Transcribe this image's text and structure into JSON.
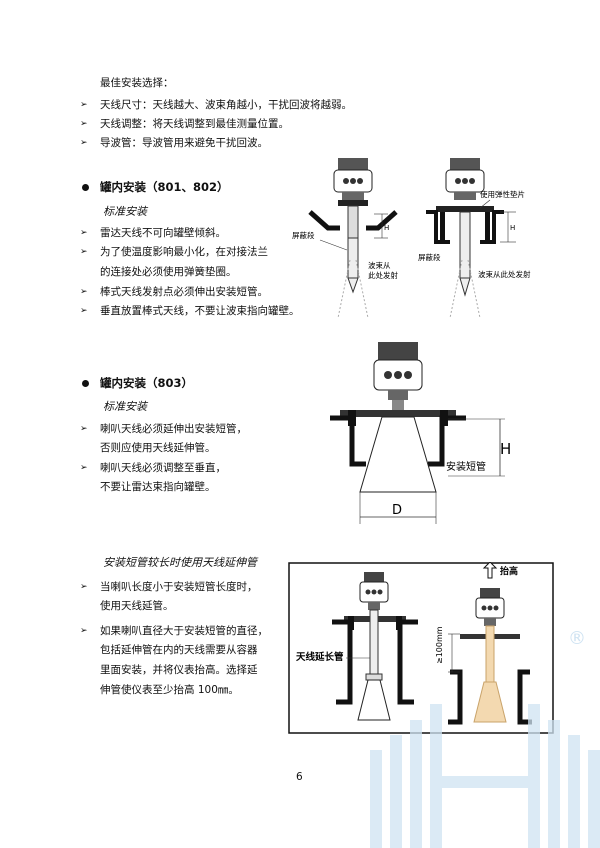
{
  "intro": {
    "heading": "最佳安装选择：",
    "items": [
      "天线尺寸：天线越大、波束角越小，干扰回波将越弱。",
      "天线调整：将天线调整到最佳测量位置。",
      "导波管：导波管用来避免干扰回波。"
    ]
  },
  "section1": {
    "title": "罐内安装（801、802）",
    "subtitle": "标准安装",
    "items": [
      "雷达天线不可向罐壁倾斜。",
      "为了使温度影响最小化，在对接法兰",
      "的连接处必须使用弹簧垫圈。",
      "棒式天线发射点必须伸出安装短管。",
      "垂直放置棒式天线，不要让波束指向罐壁。"
    ],
    "figure_labels": {
      "shield_left": "屏蔽段",
      "shield_right": "屏蔽段",
      "spring_pad": "使用弹性垫片",
      "beam_left_1": "波束从",
      "beam_left_2": "此处发射",
      "beam_right": "波束从此处发射",
      "h_left": "H",
      "h_right": "H"
    }
  },
  "section2": {
    "title": "罐内安装（803）",
    "subtitle": "标准安装",
    "items": [
      "喇叭天线必须延伸出安装短管，",
      "否则应使用天线延伸管。",
      "喇叭天线必须调整至垂直，",
      "不要让雷达束指向罐壁。"
    ],
    "figure_labels": {
      "h": "H",
      "nozzle": "安装短管",
      "d": "D"
    }
  },
  "section3": {
    "title": "安装短管较长时使用天线延伸管",
    "items": [
      "当喇叭长度小于安装短管长度时，",
      "使用天线延管。",
      "如果喇叭直径大于安装短管的直径，",
      "包括延伸管在内的天线需要从容器",
      "里面安装，并将仪表抬高。选择延",
      "伸管使仪表至少抬高 100㎜。"
    ],
    "figure_labels": {
      "extension": "天线延长管",
      "lift": "抬高",
      "min_lift": "≥100mm"
    }
  },
  "page_number": "6",
  "watermark": "®",
  "colors": {
    "watermark": "#cfe3f2",
    "beam": "#f3d9b0"
  }
}
